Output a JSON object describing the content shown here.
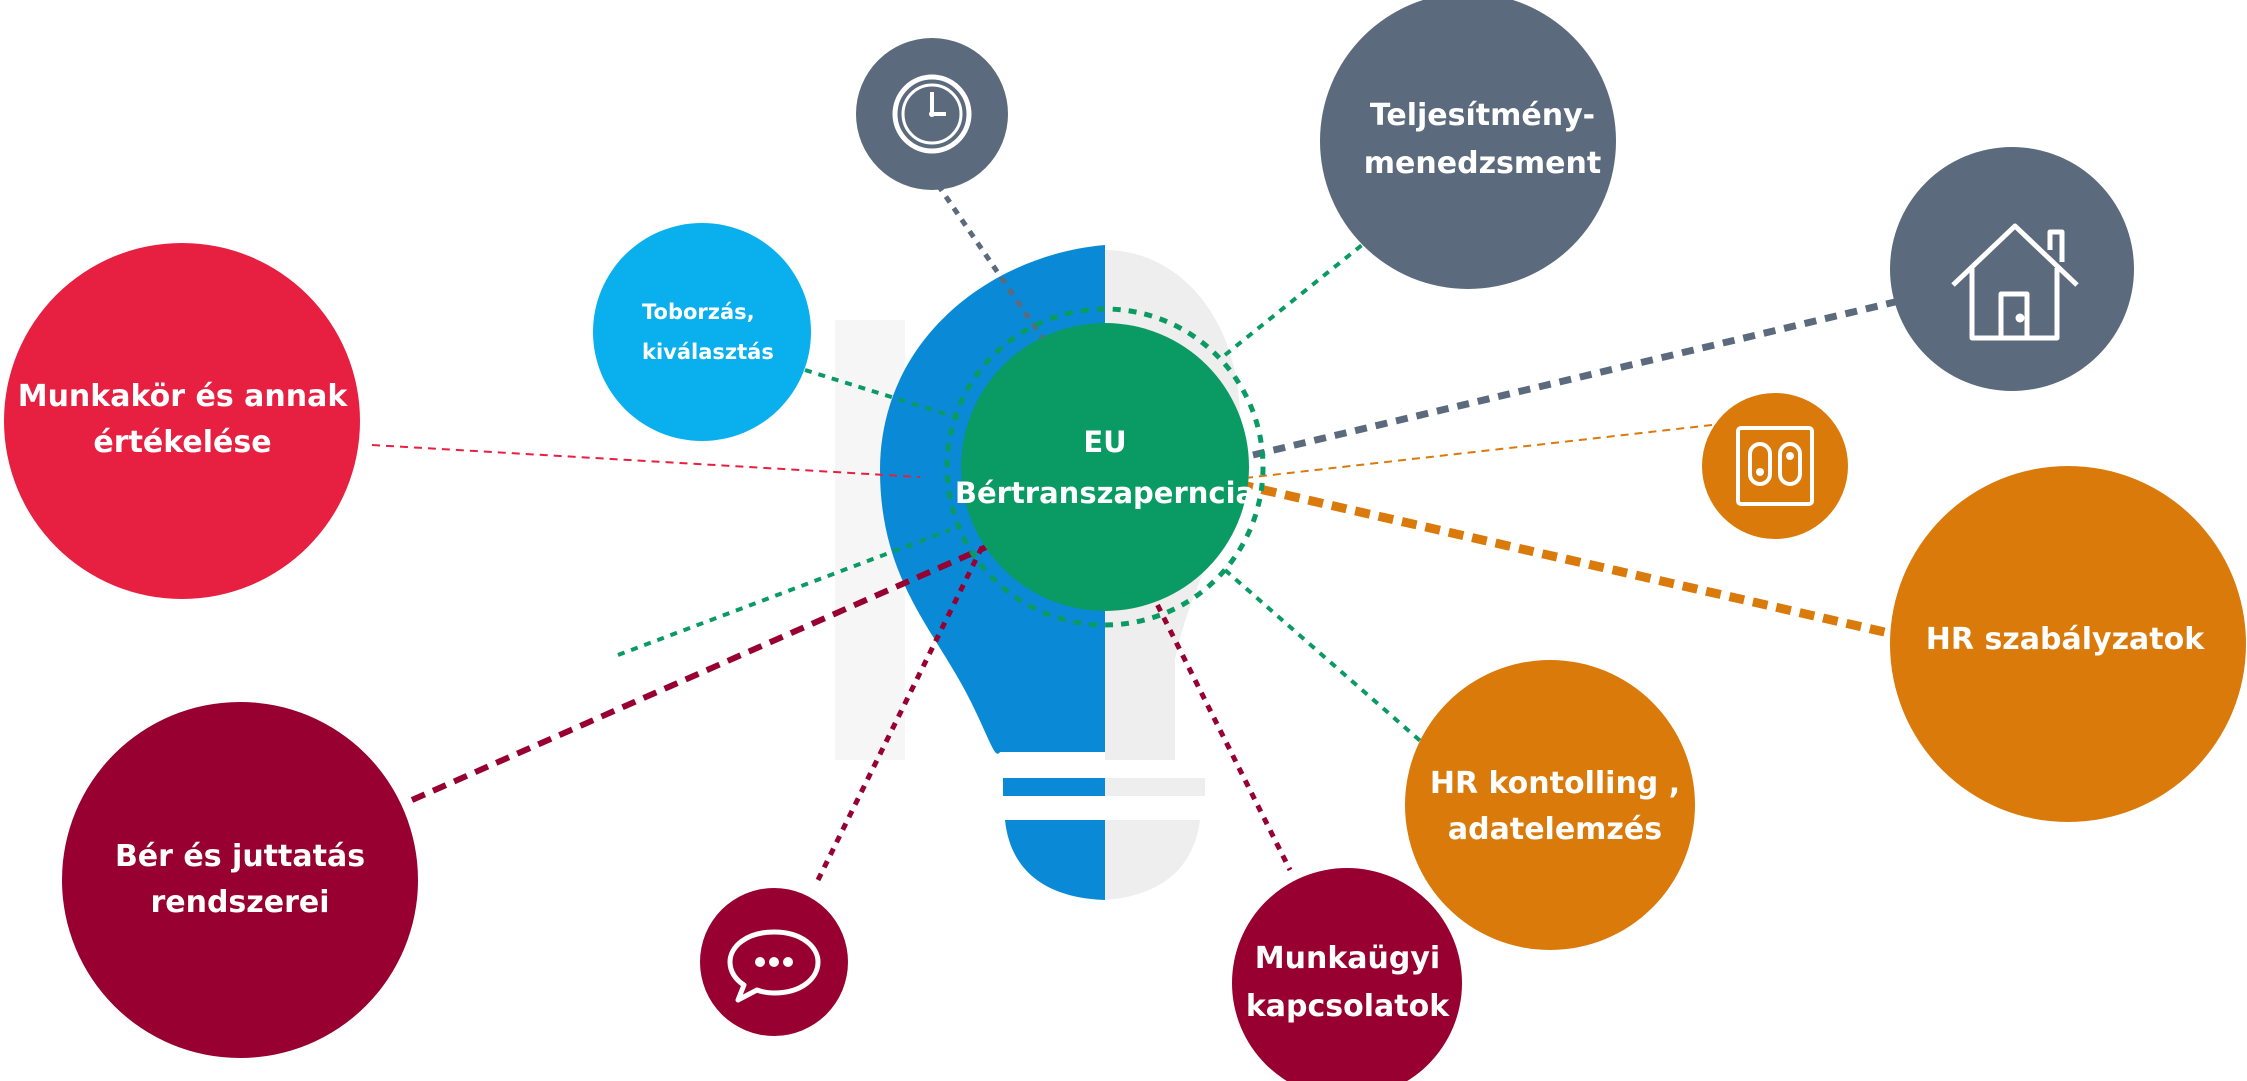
{
  "colors": {
    "center": "#0a9a64",
    "center_ring": "#0a9a64",
    "bulb_blue": "#0a8ad6",
    "bulb_gray": "#eeeeee",
    "red": "#e71f40",
    "light_blue": "#0ab0ee",
    "slate": "#5b6a7c",
    "orange": "#d97a0b",
    "maroon": "#970030"
  },
  "center": {
    "line1": "EU",
    "line2": "Bértranszaperncia"
  },
  "nodes": {
    "munkakor": {
      "line1": "Munkakör és annak",
      "line2": "értékelése"
    },
    "toborzas": {
      "line1": "Toborzás,",
      "line2": "kiválasztás"
    },
    "teljesitmeny": {
      "line1": "Teljesítmény-",
      "line2": "menedzsment"
    },
    "hr_szabalyzatok": {
      "line1": "HR szabályzatok"
    },
    "hr_kontrolling": {
      "line1": "HR kontolling ,",
      "line2": "adatelemzés"
    },
    "munkaugyi": {
      "line1": "Munkaügyi",
      "line2": "kapcsolatok"
    },
    "ber": {
      "line1": "Bér és juttatás",
      "line2": "rendszerei"
    }
  },
  "icons": {
    "clock": "clock-icon",
    "house": "house-icon",
    "switch": "switch-icon",
    "chat": "chat-bubble-icon"
  }
}
